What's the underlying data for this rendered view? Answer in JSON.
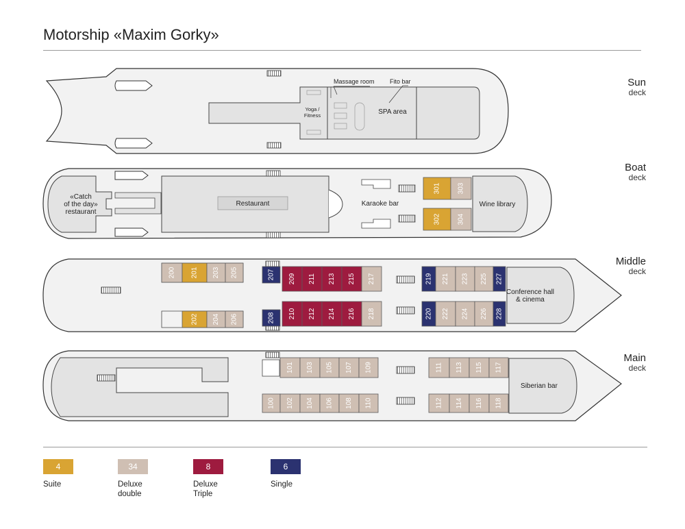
{
  "title": "Motorship «Maxim Gorky»",
  "colors": {
    "suite": "#d9a433",
    "deluxe_double": "#cfbfb3",
    "deluxe_triple": "#9e1b3f",
    "single": "#2b3270",
    "hull": "#f2f2f2",
    "area": "#e3e3e3"
  },
  "decks": {
    "sun": {
      "name": "Sun",
      "suffix": "deck"
    },
    "boat": {
      "name": "Boat",
      "suffix": "deck"
    },
    "middle": {
      "name": "Middle",
      "suffix": "deck"
    },
    "main": {
      "name": "Main",
      "suffix": "deck"
    }
  },
  "labels": {
    "massage_room": "Massage room",
    "fito_bar": "Fito bar",
    "yoga_line1": "Yoga /",
    "yoga_line2": "Fitness",
    "spa": "SPA area",
    "catch_line1": "«Catch",
    "catch_line2": "of the day»",
    "catch_line3": "restaurant",
    "restaurant": "Restaurant",
    "karaoke": "Karaoke bar",
    "wine": "Wine library",
    "conf_line1": "Conference hall",
    "conf_line2": "& cinema",
    "siberian": "Siberian bar"
  },
  "cabins": {
    "boat": [
      {
        "no": "301",
        "type": "suite"
      },
      {
        "no": "302",
        "type": "suite"
      },
      {
        "no": "303",
        "type": "deluxe_double"
      },
      {
        "no": "304",
        "type": "deluxe_double"
      }
    ],
    "middle": [
      {
        "no": "200",
        "type": "deluxe_double"
      },
      {
        "no": "201",
        "type": "suite"
      },
      {
        "no": "203",
        "type": "deluxe_double"
      },
      {
        "no": "205",
        "type": "deluxe_double"
      },
      {
        "no": "202",
        "type": "suite"
      },
      {
        "no": "204",
        "type": "deluxe_double"
      },
      {
        "no": "206",
        "type": "deluxe_double"
      },
      {
        "no": "207",
        "type": "single"
      },
      {
        "no": "208",
        "type": "single"
      },
      {
        "no": "209",
        "type": "deluxe_triple"
      },
      {
        "no": "211",
        "type": "deluxe_triple"
      },
      {
        "no": "213",
        "type": "deluxe_triple"
      },
      {
        "no": "215",
        "type": "deluxe_triple"
      },
      {
        "no": "210",
        "type": "deluxe_triple"
      },
      {
        "no": "212",
        "type": "deluxe_triple"
      },
      {
        "no": "214",
        "type": "deluxe_triple"
      },
      {
        "no": "216",
        "type": "deluxe_triple"
      },
      {
        "no": "217",
        "type": "deluxe_double"
      },
      {
        "no": "218",
        "type": "deluxe_double"
      },
      {
        "no": "219",
        "type": "single"
      },
      {
        "no": "221",
        "type": "deluxe_double"
      },
      {
        "no": "223",
        "type": "deluxe_double"
      },
      {
        "no": "225",
        "type": "deluxe_double"
      },
      {
        "no": "227",
        "type": "single"
      },
      {
        "no": "220",
        "type": "single"
      },
      {
        "no": "222",
        "type": "deluxe_double"
      },
      {
        "no": "224",
        "type": "deluxe_double"
      },
      {
        "no": "226",
        "type": "deluxe_double"
      },
      {
        "no": "228",
        "type": "single"
      }
    ],
    "main": [
      {
        "no": "101",
        "type": "deluxe_double"
      },
      {
        "no": "103",
        "type": "deluxe_double"
      },
      {
        "no": "105",
        "type": "deluxe_double"
      },
      {
        "no": "107",
        "type": "deluxe_double"
      },
      {
        "no": "109",
        "type": "deluxe_double"
      },
      {
        "no": "100",
        "type": "deluxe_double"
      },
      {
        "no": "102",
        "type": "deluxe_double"
      },
      {
        "no": "104",
        "type": "deluxe_double"
      },
      {
        "no": "106",
        "type": "deluxe_double"
      },
      {
        "no": "108",
        "type": "deluxe_double"
      },
      {
        "no": "110",
        "type": "deluxe_double"
      },
      {
        "no": "111",
        "type": "deluxe_double"
      },
      {
        "no": "113",
        "type": "deluxe_double"
      },
      {
        "no": "115",
        "type": "deluxe_double"
      },
      {
        "no": "117",
        "type": "deluxe_double"
      },
      {
        "no": "112",
        "type": "deluxe_double"
      },
      {
        "no": "114",
        "type": "deluxe_double"
      },
      {
        "no": "116",
        "type": "deluxe_double"
      },
      {
        "no": "118",
        "type": "deluxe_double"
      }
    ]
  },
  "legend": [
    {
      "count": "4",
      "label_line1": "Suite",
      "label_line2": "",
      "type": "suite"
    },
    {
      "count": "34",
      "label_line1": "Deluxe",
      "label_line2": "double",
      "type": "deluxe_double"
    },
    {
      "count": "8",
      "label_line1": "Deluxe",
      "label_line2": "Triple",
      "type": "deluxe_triple"
    },
    {
      "count": "6",
      "label_line1": "Single",
      "label_line2": "",
      "type": "single"
    }
  ]
}
